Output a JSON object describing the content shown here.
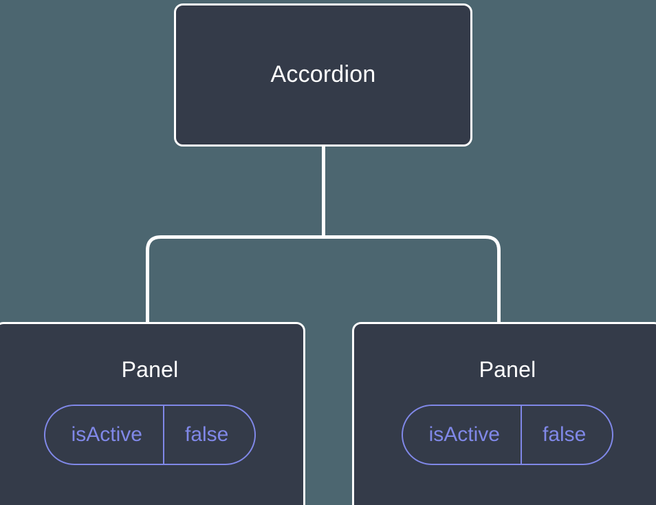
{
  "diagram": {
    "type": "component-tree",
    "background_color": "#4c6670",
    "node_fill_color": "#343b49",
    "node_border_color": "#ffffff",
    "edge_color": "#ffffff",
    "title_color": "#ffffff",
    "prop_color": "#8088e8",
    "root": {
      "label": "Accordion"
    },
    "children": [
      {
        "label": "Panel",
        "props": [
          {
            "key": "isActive",
            "value": "false"
          }
        ]
      },
      {
        "label": "Panel",
        "props": [
          {
            "key": "isActive",
            "value": "false"
          }
        ]
      }
    ]
  }
}
